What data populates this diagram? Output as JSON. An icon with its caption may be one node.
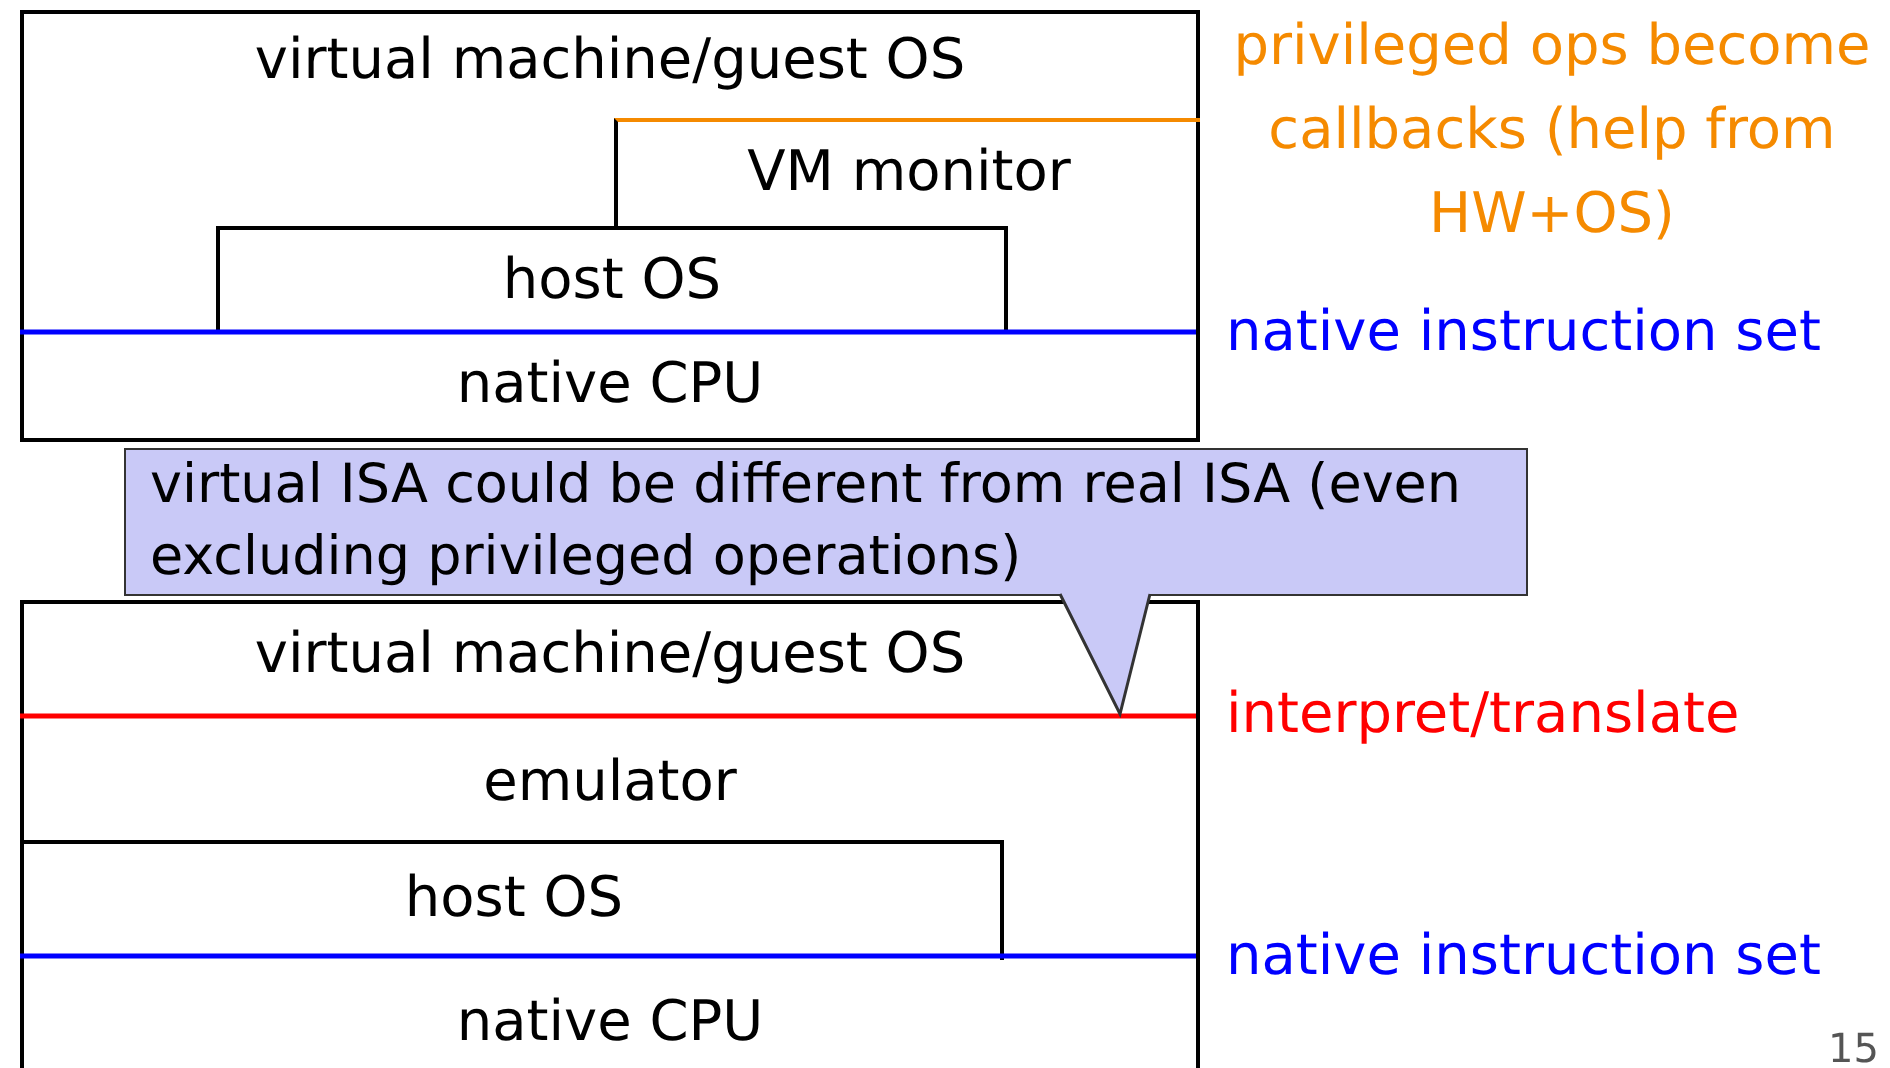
{
  "diagram": {
    "nodes": [
      {
        "text": [
          "virtual machine/guest OS"
        ]
      },
      {
        "text": [
          "VM monitor"
        ],
        "in": 0
      },
      {
        "text": [
          "host OS"
        ],
        "in": 0
      },
      {
        "text": [
          "native CPU"
        ],
        "in": 0
      },
      {
        "text": [
          "virtual machine/guest OS"
        ]
      },
      {
        "text": [
          "emulator"
        ],
        "in": 4
      },
      {
        "text": [
          "host OS"
        ],
        "in": 4
      },
      {
        "text": [
          "native CPU"
        ],
        "in": 4
      },
      {
        "text": [
          "virtual ISA could be different from real ISA (even excluding privileged operations)"
        ]
      }
    ],
    "labels": [
      "privileged ops become callbacks (help from HW+OS)",
      "native instruction set",
      "interpret/translate",
      "native instruction set",
      "15"
    ]
  }
}
